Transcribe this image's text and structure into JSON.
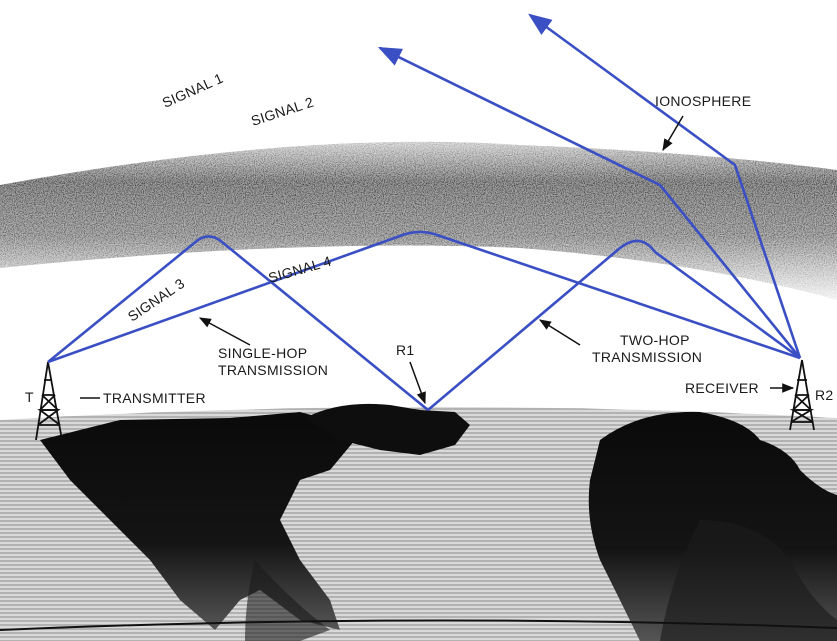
{
  "labels": {
    "signal_1": "SIGNAL 1",
    "signal_2": "SIGNAL 2",
    "signal_3": "SIGNAL 3",
    "signal_4": "SIGNAL 4",
    "ionosphere": "IONOSPHERE",
    "single_hop_line1": "SINGLE-HOP",
    "single_hop_line2": "TRANSMISSION",
    "two_hop_line1": "TWO-HOP",
    "two_hop_line2": "TRANSMISSION",
    "r1": "R1",
    "r2": "R2",
    "t": "T",
    "transmitter": "TRANSMITTER",
    "receiver": "RECEIVER"
  },
  "colors": {
    "signal_path": "#3a4fc4",
    "ink": "#111111",
    "ionosphere": "#2b2b2b",
    "ocean_stripe": "#9a9a9a"
  }
}
